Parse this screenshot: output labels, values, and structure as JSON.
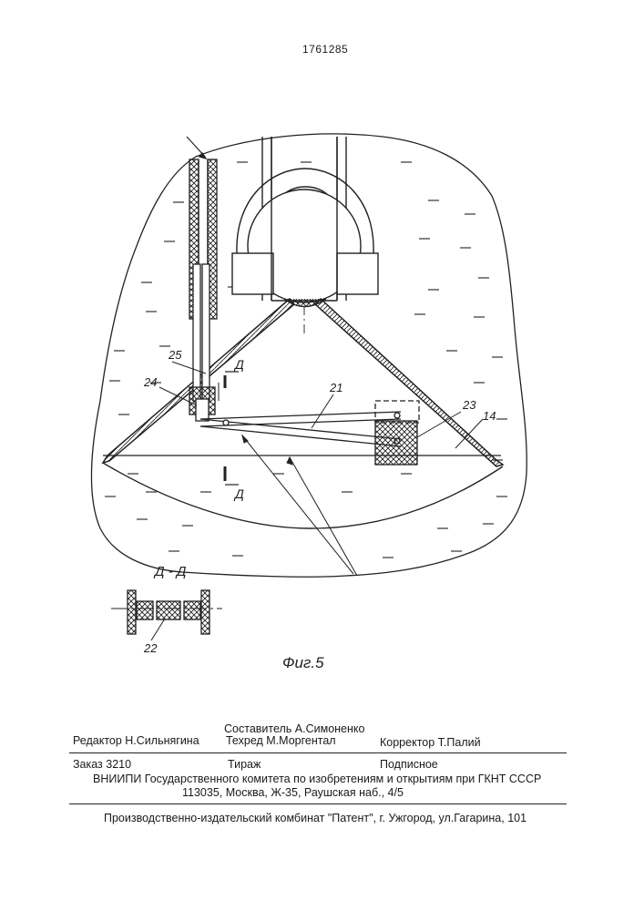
{
  "patent_number": "1761285",
  "figure": {
    "caption": "Фиг.5",
    "section_label": "Д - Д",
    "labels": {
      "l25": "25",
      "l24": "24",
      "l21": "21",
      "l23": "23",
      "l14": "14",
      "l22": "22",
      "d_top": "Д",
      "d_bottom": "Д"
    }
  },
  "imprint": {
    "editor": "Редактор  Н.Сильнягина",
    "compiler": "Составитель  А.Симоненко",
    "techred": "Техред М.Моргентал",
    "corrector": "Корректор  Т.Палий",
    "order": "Заказ  3210",
    "circulation": "Тираж",
    "subscription": "Подписное",
    "institute": "ВНИИПИ Государственного комитета по изобретениям и открытиям при ГКНТ СССР",
    "address": "113035, Москва, Ж-35, Раушская наб., 4/5",
    "publisher": "Производственно-издательский комбинат \"Патент\", г. Ужгород, ул.Гагарина, 101"
  }
}
